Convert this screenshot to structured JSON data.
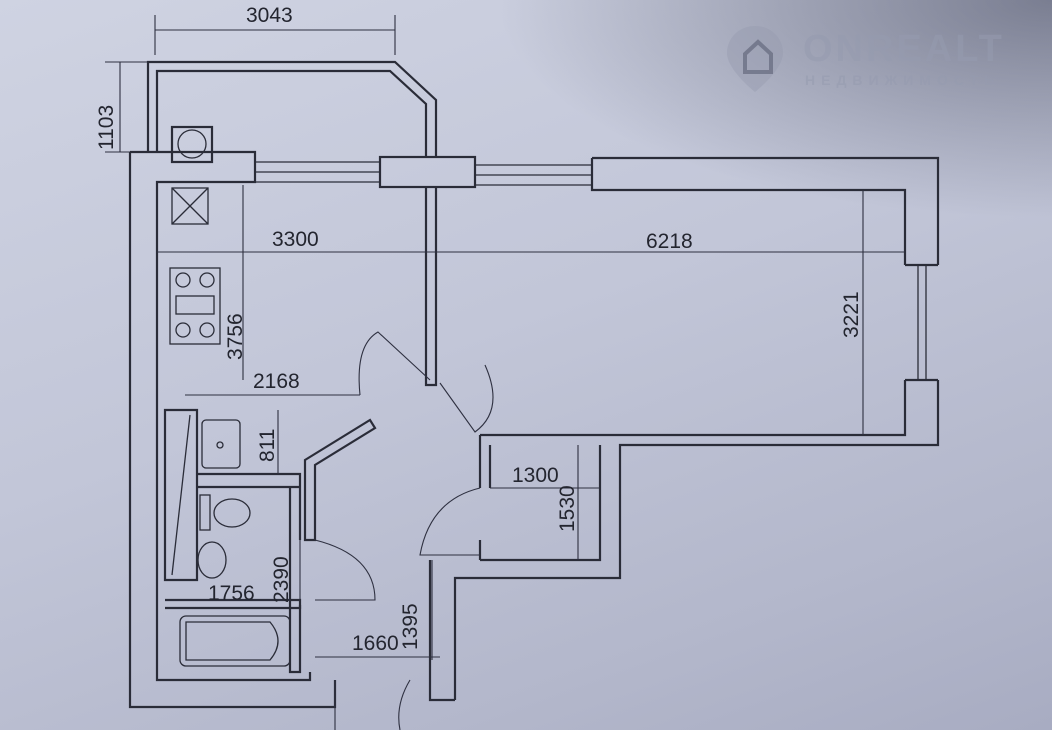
{
  "title": "Floor plan",
  "watermark": {
    "brand": "ONREALT",
    "tagline": "НЕДВИЖИМОСТЬ"
  },
  "dimensions": {
    "balcony_width": "3043",
    "balcony_depth": "1103",
    "kitchen_width": "3300",
    "room_width": "6218",
    "room_depth": "3221",
    "kitchen_depth": "3756",
    "hall_width": "2168",
    "bath_small": "811",
    "closet_width": "1300",
    "closet_depth": "1530",
    "bath_width": "1756",
    "bath_depth": "2390",
    "entry_depth": "1395",
    "entry_width": "1660"
  }
}
